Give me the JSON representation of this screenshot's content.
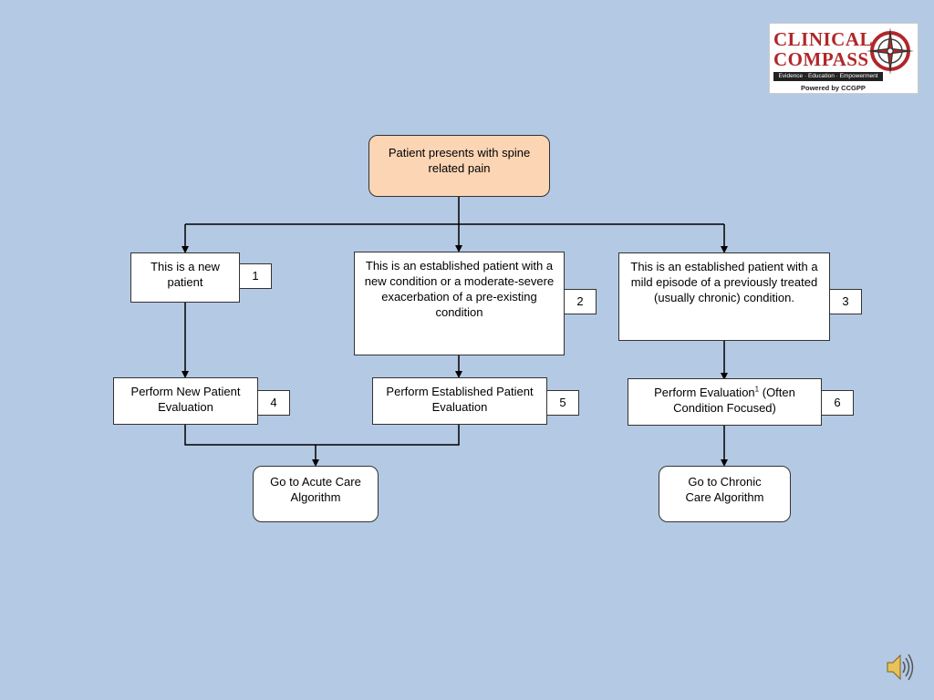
{
  "logo": {
    "line1": "CLINICAL",
    "line2": "COMPASS",
    "tagline": "Evidence · Education · Empowerment",
    "powered_by": "Powered by CCGPP"
  },
  "flow": {
    "start": "Patient presents with spine related pain",
    "branch1": {
      "label": "This is a new patient",
      "number": "1"
    },
    "branch2": {
      "label": "This is an established patient with a new condition or a moderate-severe exacerbation of a pre-existing condition",
      "number": "2"
    },
    "branch3": {
      "label": "This is an established patient with a mild episode of a previously treated (usually chronic) condition.",
      "number": "3"
    },
    "eval1": {
      "label": "Perform New Patient Evaluation",
      "number": "4"
    },
    "eval2": {
      "label": "Perform Established Patient Evaluation",
      "number": "5"
    },
    "eval3": {
      "label_main": "Perform Evaluation",
      "footnote": "1",
      "label_rest": " (Often Condition Focused)",
      "number": "6"
    },
    "acute": "Go to Acute Care Algorithm",
    "chronic": "Go to Chronic Care Algorithm"
  },
  "icons": {
    "audio": "speaker-icon",
    "logo": "compass-icon"
  }
}
